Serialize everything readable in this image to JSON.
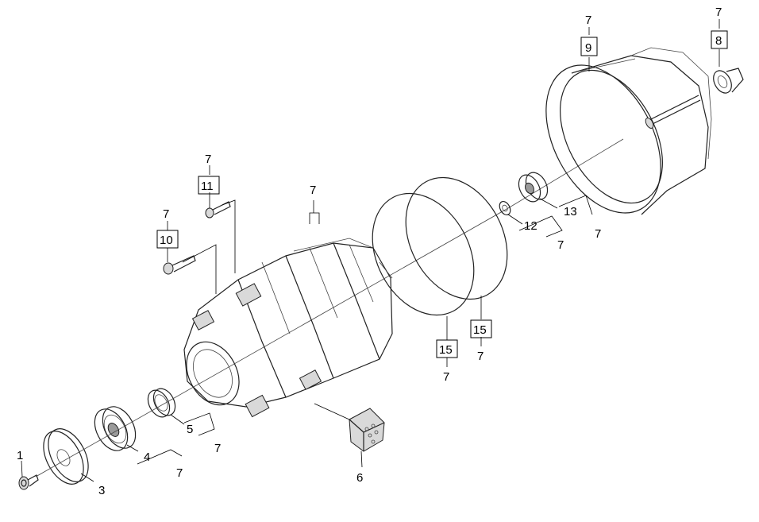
{
  "labels": {
    "l1": "1",
    "l3": "3",
    "l4": "4",
    "l5": "5",
    "l6": "6",
    "l7": "7",
    "l8": "8",
    "l9": "9",
    "l10": "10",
    "l11": "11",
    "l12": "12",
    "l13": "13",
    "l15": "15"
  }
}
